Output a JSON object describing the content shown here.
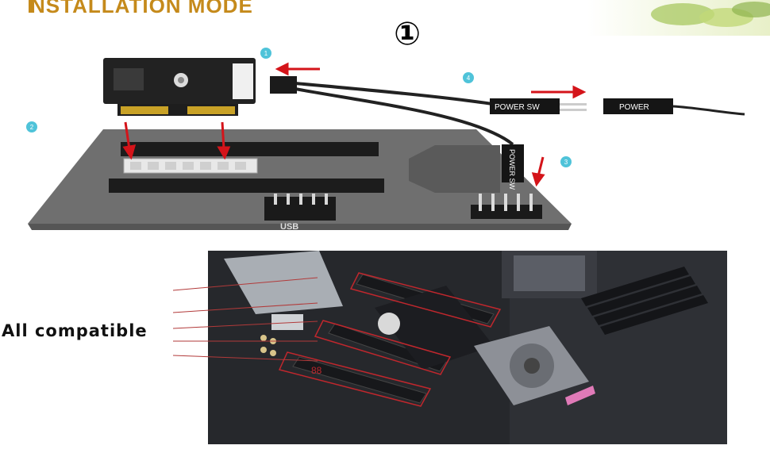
{
  "header": {
    "title": "NSTALLATION MODE",
    "step_symbol": "①"
  },
  "diagram": {
    "markers": [
      "1",
      "2",
      "3",
      "4"
    ],
    "cable_labels": {
      "power_sw_horizontal": "POWER SW",
      "power_sw_vertical": "POWER SW",
      "power": "POWER"
    },
    "usb_label": "USB"
  },
  "photo": {
    "caption": "All compatible"
  },
  "colors": {
    "title": "#c58a1b",
    "arrow": "#d4141a",
    "marker": "#4fc3d9",
    "board": "#6f6f6f"
  }
}
